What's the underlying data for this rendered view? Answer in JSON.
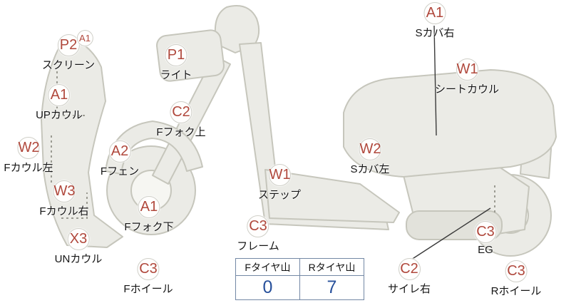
{
  "colors": {
    "grade_code": "#b0483c",
    "tire_value": "#27509b",
    "body_fill": "#ebebe6",
    "body_stroke": "#c6c6bc"
  },
  "labels": [
    {
      "code": "P2",
      "sub": "A1",
      "name": "スクリーン"
    },
    {
      "code": "P1",
      "name": "ライト"
    },
    {
      "code": "A1",
      "name": "UPカウル"
    },
    {
      "code": "C2",
      "name": "Fフォク上"
    },
    {
      "code": "W2",
      "name": "Fカウル左"
    },
    {
      "code": "A2",
      "name": "Fフェン"
    },
    {
      "code": "W1",
      "name": "ステップ"
    },
    {
      "code": "W3",
      "name": "Fカウル右"
    },
    {
      "code": "A1",
      "name": "Fフォク下"
    },
    {
      "code": "C3",
      "name": "フレーム"
    },
    {
      "code": "X3",
      "name": "UNカウル"
    },
    {
      "code": "C3",
      "name": "Fホイール"
    },
    {
      "code": "A1",
      "name": "Sカバ右"
    },
    {
      "code": "W1",
      "name": "シートカウル"
    },
    {
      "code": "W2",
      "name": "Sカバ左"
    },
    {
      "code": "C3",
      "name": "EG"
    },
    {
      "code": "C2",
      "name": "サイレ右"
    },
    {
      "code": "C3",
      "name": "Rホイール"
    }
  ],
  "tire_table": {
    "headers": [
      "Fタイヤ山",
      "Rタイヤ山"
    ],
    "values": [
      "0",
      "7"
    ]
  }
}
